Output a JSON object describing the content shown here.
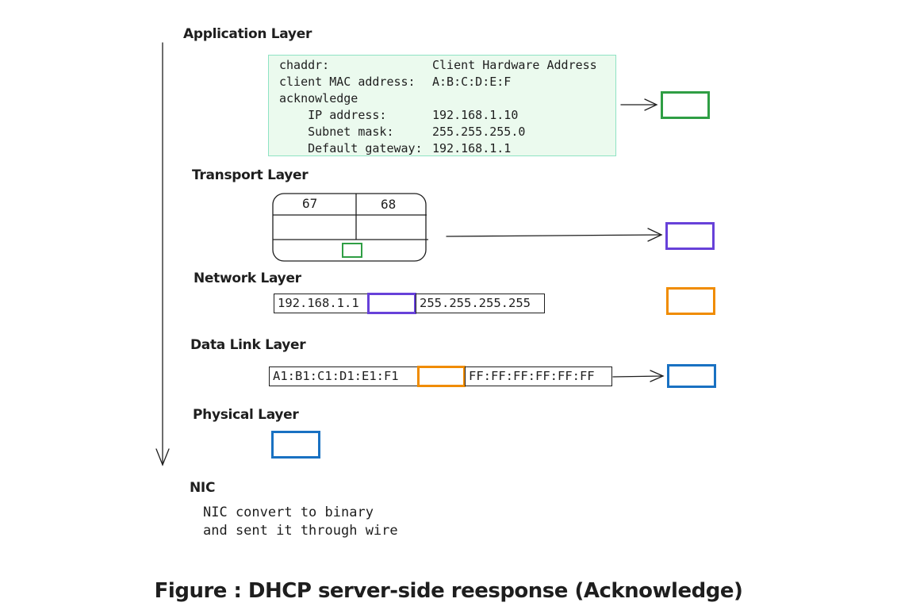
{
  "layers": {
    "application": {
      "title": "Application Layer",
      "lines": [
        {
          "label": "chaddr:",
          "value": "Client Hardware Address"
        },
        {
          "label": "client MAC address:",
          "value": "A:B:C:D:E:F"
        },
        {
          "label": "acknowledge",
          "value": ""
        },
        {
          "label": "    IP address:",
          "value": "192.168.1.10"
        },
        {
          "label": "    Subnet mask:",
          "value": "255.255.255.0"
        },
        {
          "label": "    Default gateway:",
          "value": "192.168.1.1"
        }
      ]
    },
    "transport": {
      "title": "Transport Layer",
      "source_port": "67",
      "dest_port": "68"
    },
    "network": {
      "title": "Network Layer",
      "source_ip": "192.168.1.1",
      "dest_ip": "255.255.255.255"
    },
    "datalink": {
      "title": "Data Link Layer",
      "source_mac": "A1:B1:C1:D1:E1:F1",
      "dest_mac": "FF:FF:FF:FF:FF:FF"
    },
    "physical": {
      "title": "Physical Layer"
    },
    "nic": {
      "title": "NIC",
      "line1": "NIC convert to binary",
      "line2": "and sent it through wire"
    }
  },
  "caption": "Figure : DHCP server-side reesponse (Acknowledge)",
  "colors": {
    "application_payload": "#2f9e44",
    "transport_segment": "#6741d9",
    "network_packet": "#f08c00",
    "datalink_frame": "#1971c2",
    "app_box_fill": "#ebfaee",
    "app_box_border": "#8fe3c4",
    "stroke": "#1e1e1e"
  }
}
